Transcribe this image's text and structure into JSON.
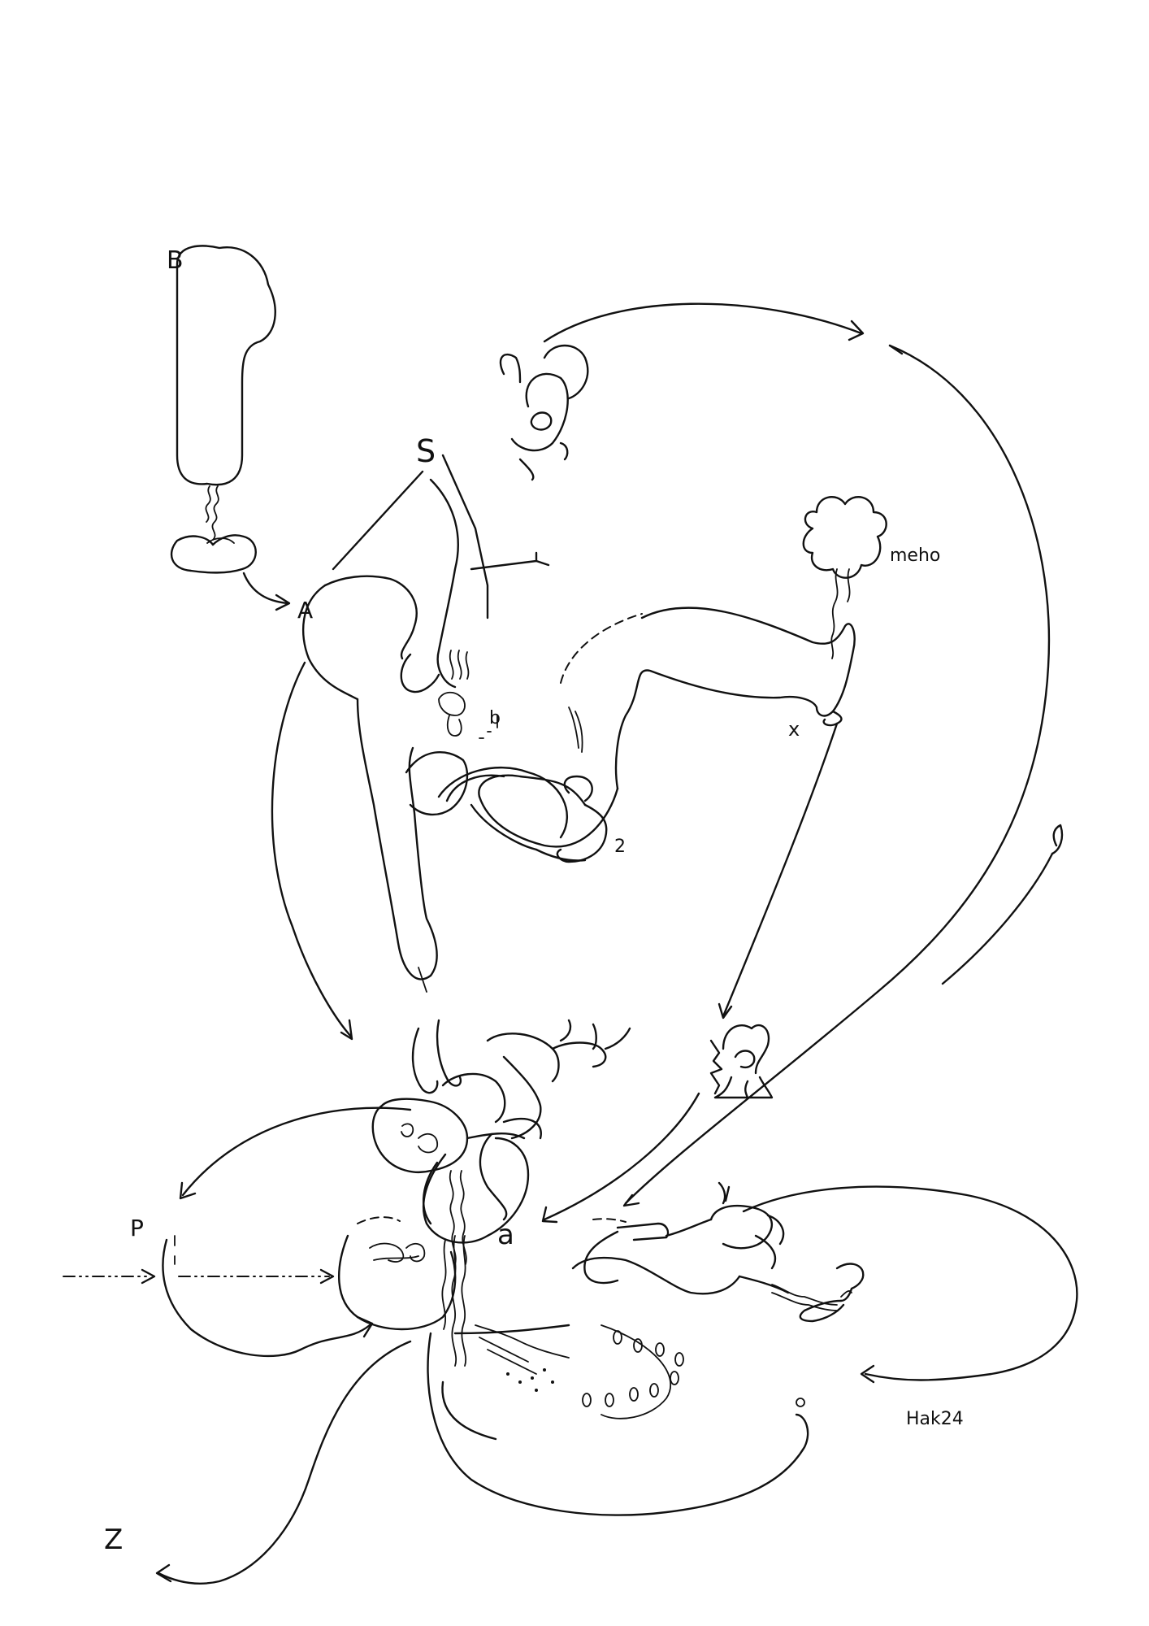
{
  "labels": {
    "b_upper": "B",
    "a_upper": "A",
    "s_upper": "S",
    "b_lower": "b",
    "two": "2",
    "x": "x",
    "meho": "meho",
    "p": "P",
    "a_lower": "a",
    "z": "Z",
    "signature": "Hak24"
  },
  "ink_color": "#111111",
  "paper_color": "#ffffff"
}
